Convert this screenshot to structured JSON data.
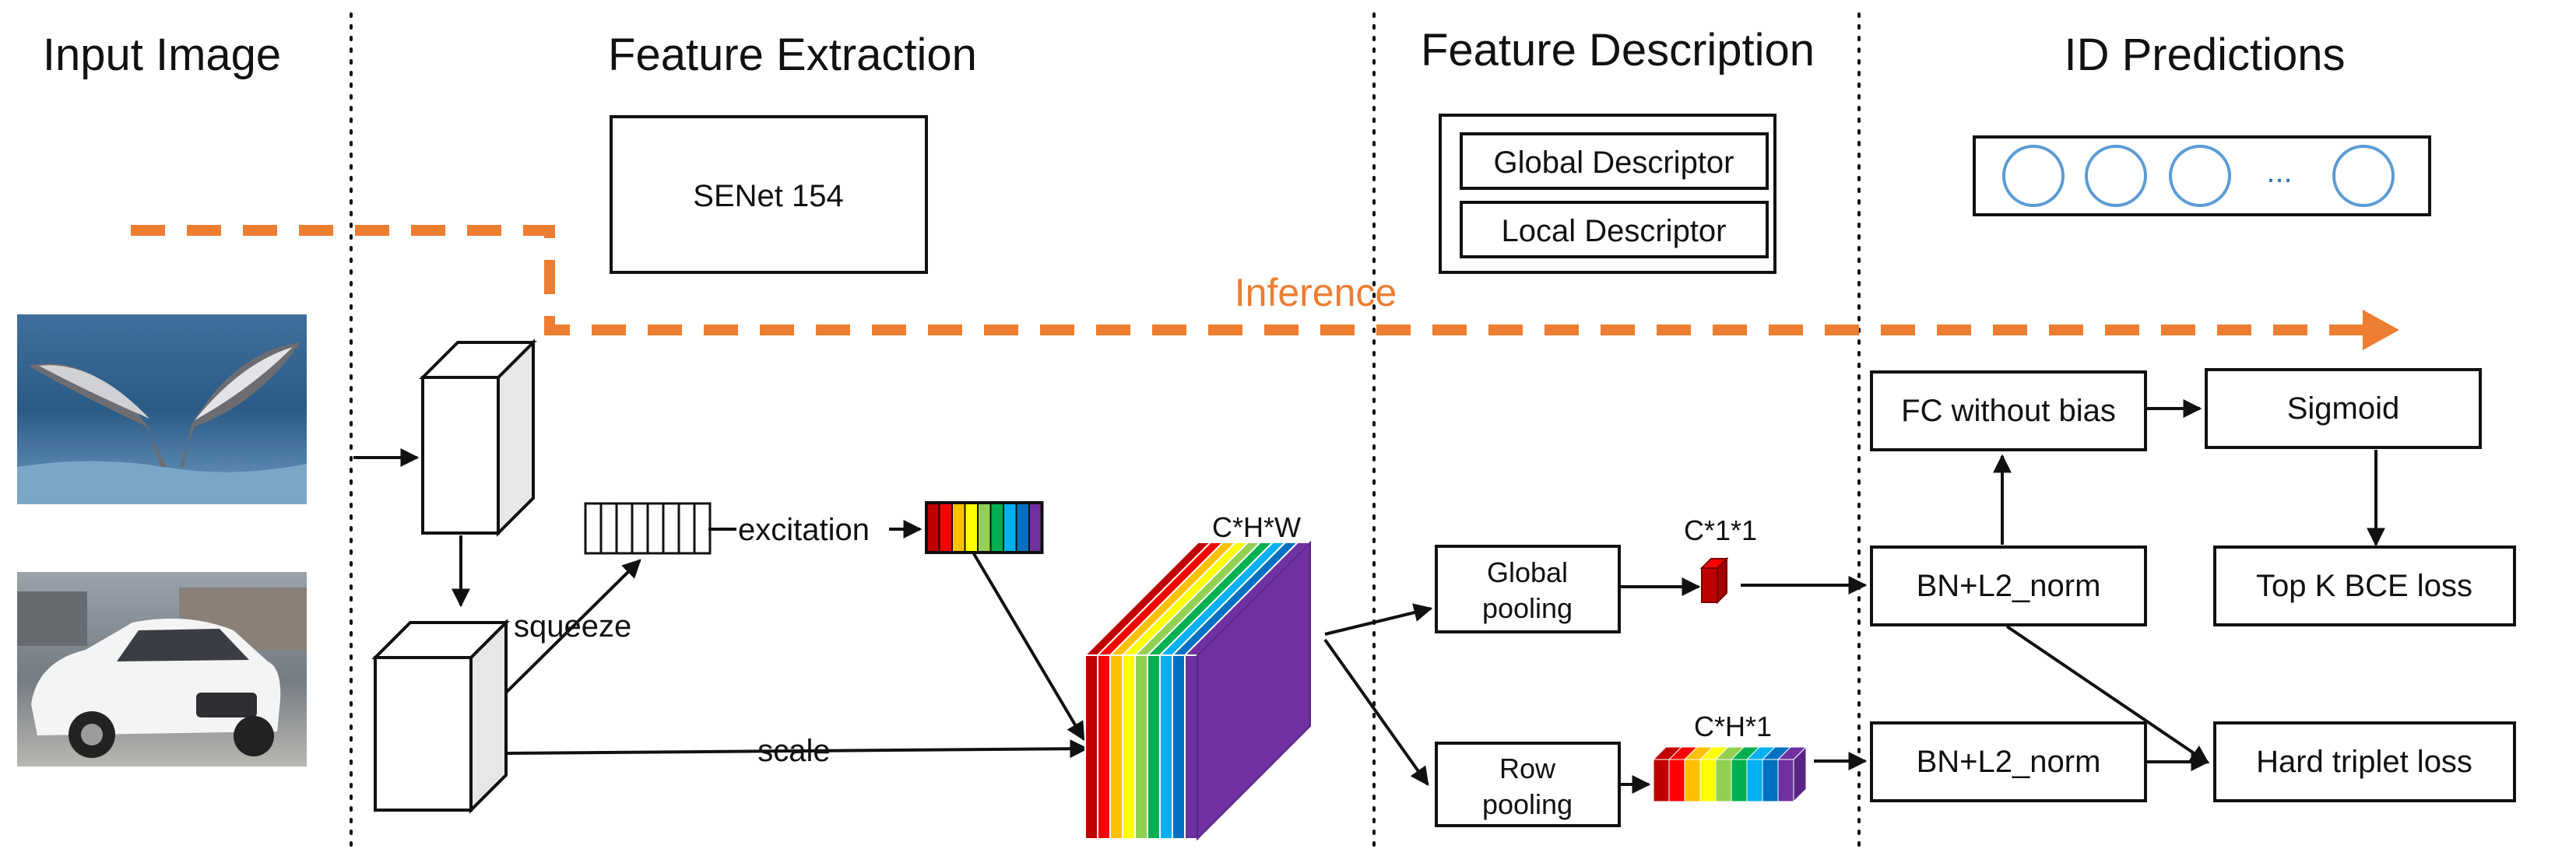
{
  "sections": {
    "input": "Input Image",
    "extraction": "Feature Extraction",
    "description": "Feature Description",
    "predictions": "ID Predictions"
  },
  "extraction": {
    "backbone": "SENet 154",
    "squeeze": "squeeze",
    "excitation": "excitation",
    "scale": "scale",
    "tensor_dims": "C*H*W"
  },
  "description": {
    "global_descriptor": "Global Descriptor",
    "local_descriptor": "Local Descriptor",
    "global_pooling_line1": "Global",
    "global_pooling_line2": "pooling",
    "row_pooling_line1": "Row",
    "row_pooling_line2": "pooling",
    "global_dims": "C*1*1",
    "row_dims": "C*H*1"
  },
  "predictions": {
    "ellipsis": "...",
    "fc": "FC without bias",
    "sigmoid": "Sigmoid",
    "bn_top": "BN+L2_norm",
    "bn_bottom": "BN+L2_norm",
    "topk_loss": "Top K BCE loss",
    "triplet_loss": "Hard triplet loss"
  },
  "inference_label": "Inference",
  "images": {
    "whale": "whale-tail-photo",
    "car": "white-car-photo"
  },
  "colors": {
    "inference": "#ED7D31",
    "neuron": "#5B9BD5",
    "rainbow": [
      "#C00000",
      "#FF0000",
      "#FFC000",
      "#FFFF00",
      "#92D050",
      "#00B050",
      "#00B0F0",
      "#0070C0",
      "#7030A0"
    ]
  }
}
